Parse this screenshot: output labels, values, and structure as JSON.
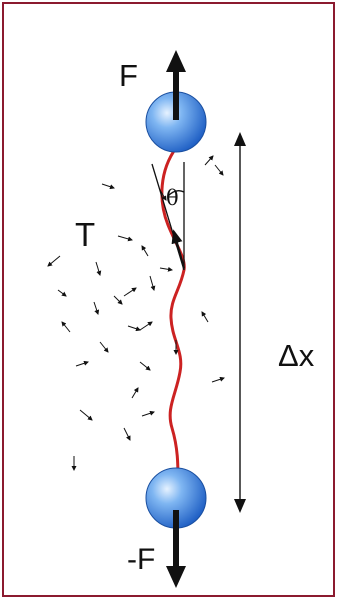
{
  "labels": {
    "force_top": "F",
    "temperature": "T",
    "angle": "θ",
    "extension": "Δx",
    "force_bottom": "-F"
  },
  "colors": {
    "border": "#8b1a2f",
    "filament": "#cc2222",
    "bead": "#4a90e2",
    "arrow": "#111111"
  }
}
